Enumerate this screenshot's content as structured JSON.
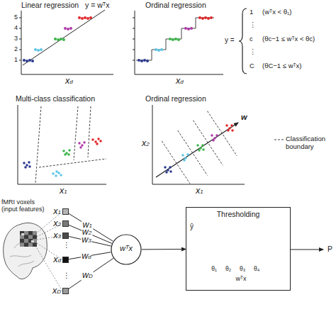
{
  "diagram": {
    "nodes": [
      {
        "text": [
          "x1"
        ]
      },
      {
        "text": [
          "x2"
        ]
      },
      {
        "text": [
          "x3"
        ]
      },
      {
        "text": [
          "xd"
        ]
      },
      {
        "text": [
          "xD"
        ]
      },
      {
        "text": [
          "wᵀx"
        ]
      },
      {
        "text": [
          "Thresholding"
        ]
      }
    ],
    "edges": [
      {
        "from": 0,
        "to": 5,
        "label": "w1",
        "arrow": "none"
      },
      {
        "from": 1,
        "to": 5,
        "label": "w2",
        "arrow": "none"
      },
      {
        "from": 2,
        "to": 5,
        "label": "w3",
        "arrow": "none"
      },
      {
        "from": 3,
        "to": 5,
        "label": "wd",
        "arrow": "none"
      },
      {
        "from": 4,
        "to": 5,
        "label": "wD",
        "arrow": "none"
      },
      {
        "from": 5,
        "to": 6,
        "arrow": "to"
      }
    ],
    "labels": [
      "Linear regression",
      "y = wᵀx",
      "5",
      "4",
      "3",
      "2",
      "1",
      "xd",
      "Ordinal regression",
      "xd",
      "y =",
      "1",
      "(wᵀx < θ₁)",
      "⋮",
      "c",
      "(θc−1 ≤ wᵀx < θc)",
      "⋮",
      "C",
      "(θC−1 ≤ wᵀx)",
      "Multi-class classification",
      "x1",
      "Ordinal regression",
      "x2",
      "x1",
      "w",
      "fMRI voxels (input features)",
      "⋮",
      "⋮",
      "ŷ",
      "θ₁",
      "θ₂",
      "θ₃",
      "θ₄",
      "wᵀx",
      "P"
    ],
    "legend": [
      {
        "text": "Classification boundary"
      }
    ]
  }
}
